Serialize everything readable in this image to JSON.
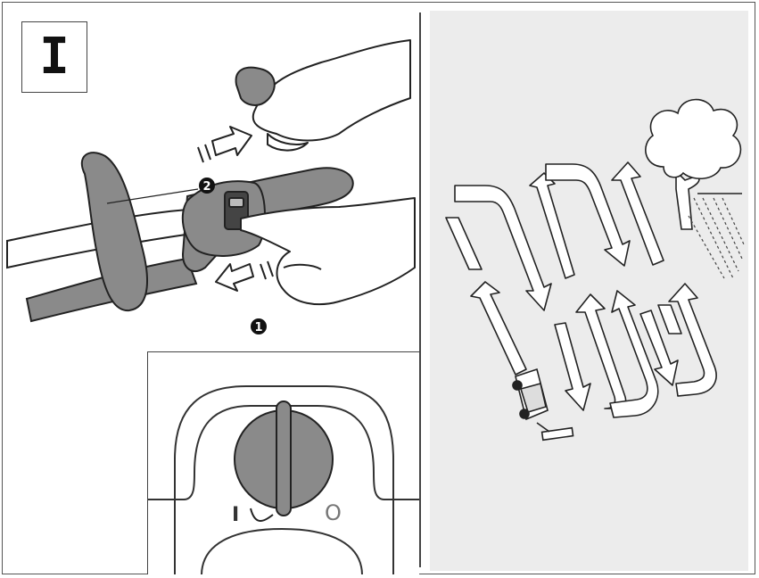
{
  "figure": {
    "step_label": "I",
    "callouts": {
      "press_button": "1",
      "pull_lever": "2"
    },
    "switch_positions": {
      "on": "I",
      "off": "O"
    },
    "icons": [
      "arrow-icon",
      "tractor-mower-icon",
      "tree-icon",
      "slope-hatching-icon"
    ],
    "colors": {
      "line": "#222222",
      "grip_fill": "#8a8a8a",
      "panel_background": "#ececec"
    }
  }
}
